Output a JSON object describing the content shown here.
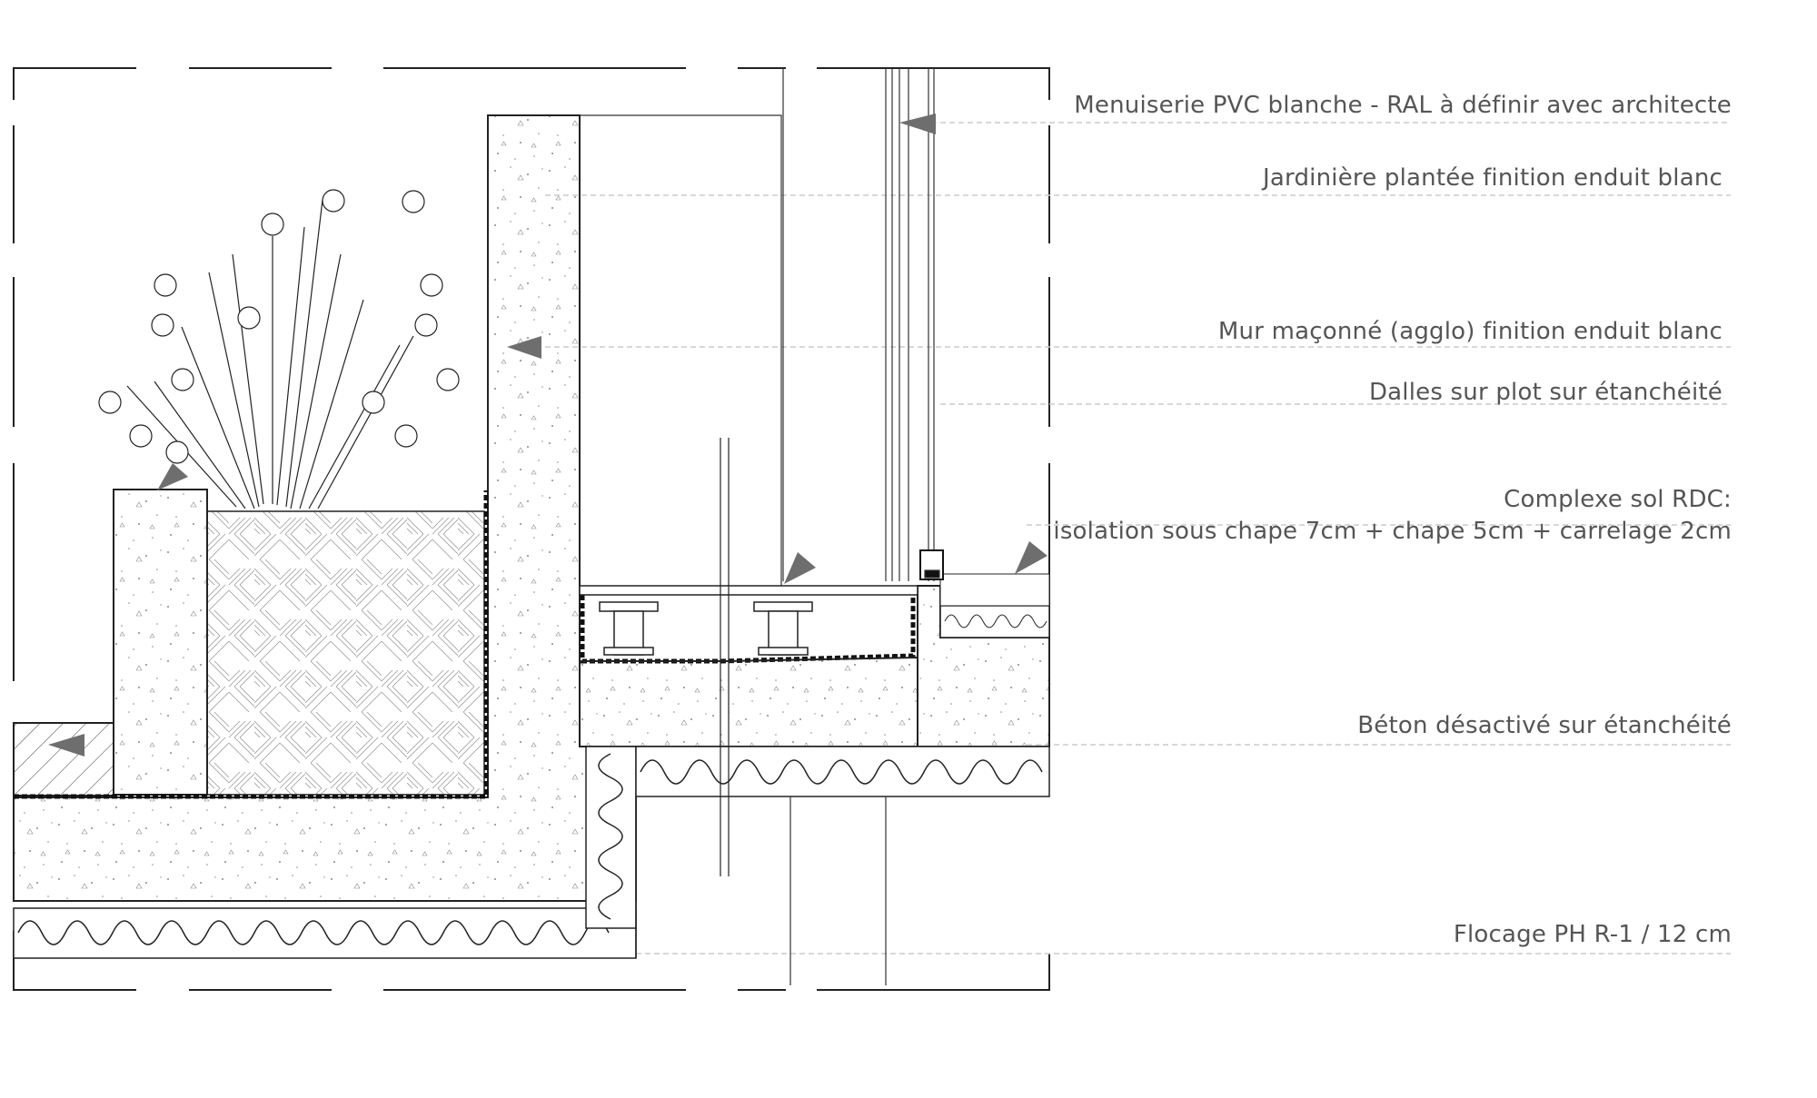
{
  "annotations": [
    {
      "id": "menuiserie",
      "text": "Menuiserie PVC blanche - RAL à définir avec architecte"
    },
    {
      "id": "jardiniere",
      "text": "Jardinière plantée finition enduit blanc"
    },
    {
      "id": "mur",
      "text": "Mur maçonné (agglo) finition enduit blanc"
    },
    {
      "id": "dalles",
      "text": "Dalles sur plot sur étanchéité"
    },
    {
      "id": "complexe",
      "line1": "Complexe sol RDC:",
      "line2": "isolation sous chape 7cm + chape 5cm + carrelage 2cm"
    },
    {
      "id": "beton",
      "text": "Béton désactivé sur étanchéité"
    },
    {
      "id": "flocage",
      "text": "Flocage PH R-1 / 12 cm"
    }
  ],
  "colors": {
    "line": "#222222",
    "text": "#555555",
    "leader": "#cccccc",
    "arrow": "#6e6e6e",
    "speckle": "#8a8a8a"
  }
}
